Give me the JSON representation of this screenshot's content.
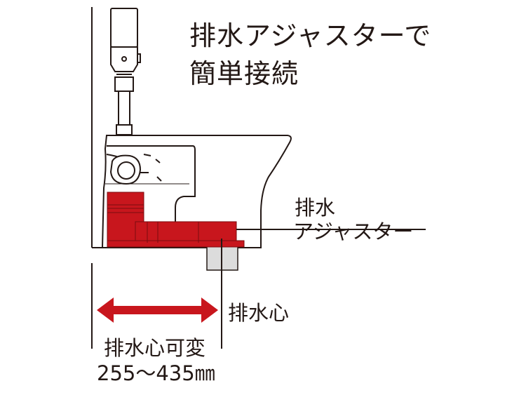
{
  "title": {
    "line1": "排水アジャスターで",
    "line2": "簡単接続"
  },
  "labels": {
    "adjuster_line1": "排水",
    "adjuster_line2": "アジャスター",
    "drain_center": "排水心",
    "variable_label": "排水心可変",
    "variable_range": "255〜435㎜"
  },
  "colors": {
    "accent": "#c8161d",
    "ink": "#231815",
    "pipe": "#dcdcdc"
  }
}
